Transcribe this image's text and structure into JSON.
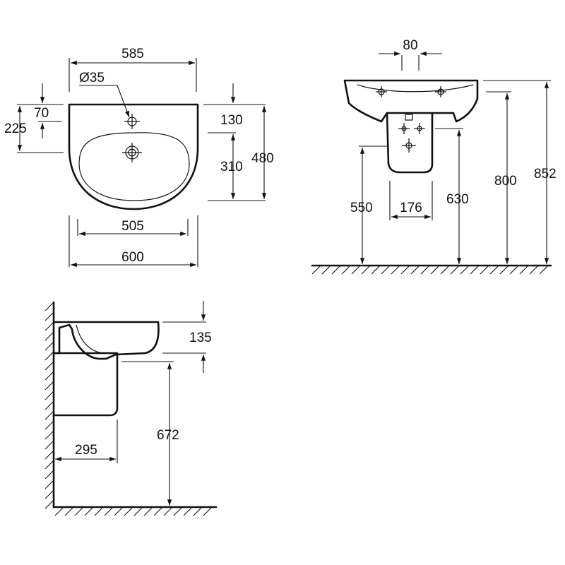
{
  "top_view": {
    "width_overall": "600",
    "width_tap_zone": "585",
    "width_bowl": "505",
    "tap_hole": "Ø35",
    "height_overall": "480",
    "height_bowl": "310",
    "tap_to_bowl": "130",
    "tap_from_back": "70",
    "waste_from_back": "225"
  },
  "front_view": {
    "fixing_spacing": "80",
    "pedestal_width": "176",
    "pedestal_bottom_height": "550",
    "waste_height": "630",
    "rim_height": "800",
    "overall_height": "852"
  },
  "side_view": {
    "basin_height": "135",
    "projection_to_pedestal": "295",
    "pedestal_height": "672"
  },
  "colors": {
    "line": "#111111",
    "background": "#ffffff"
  }
}
